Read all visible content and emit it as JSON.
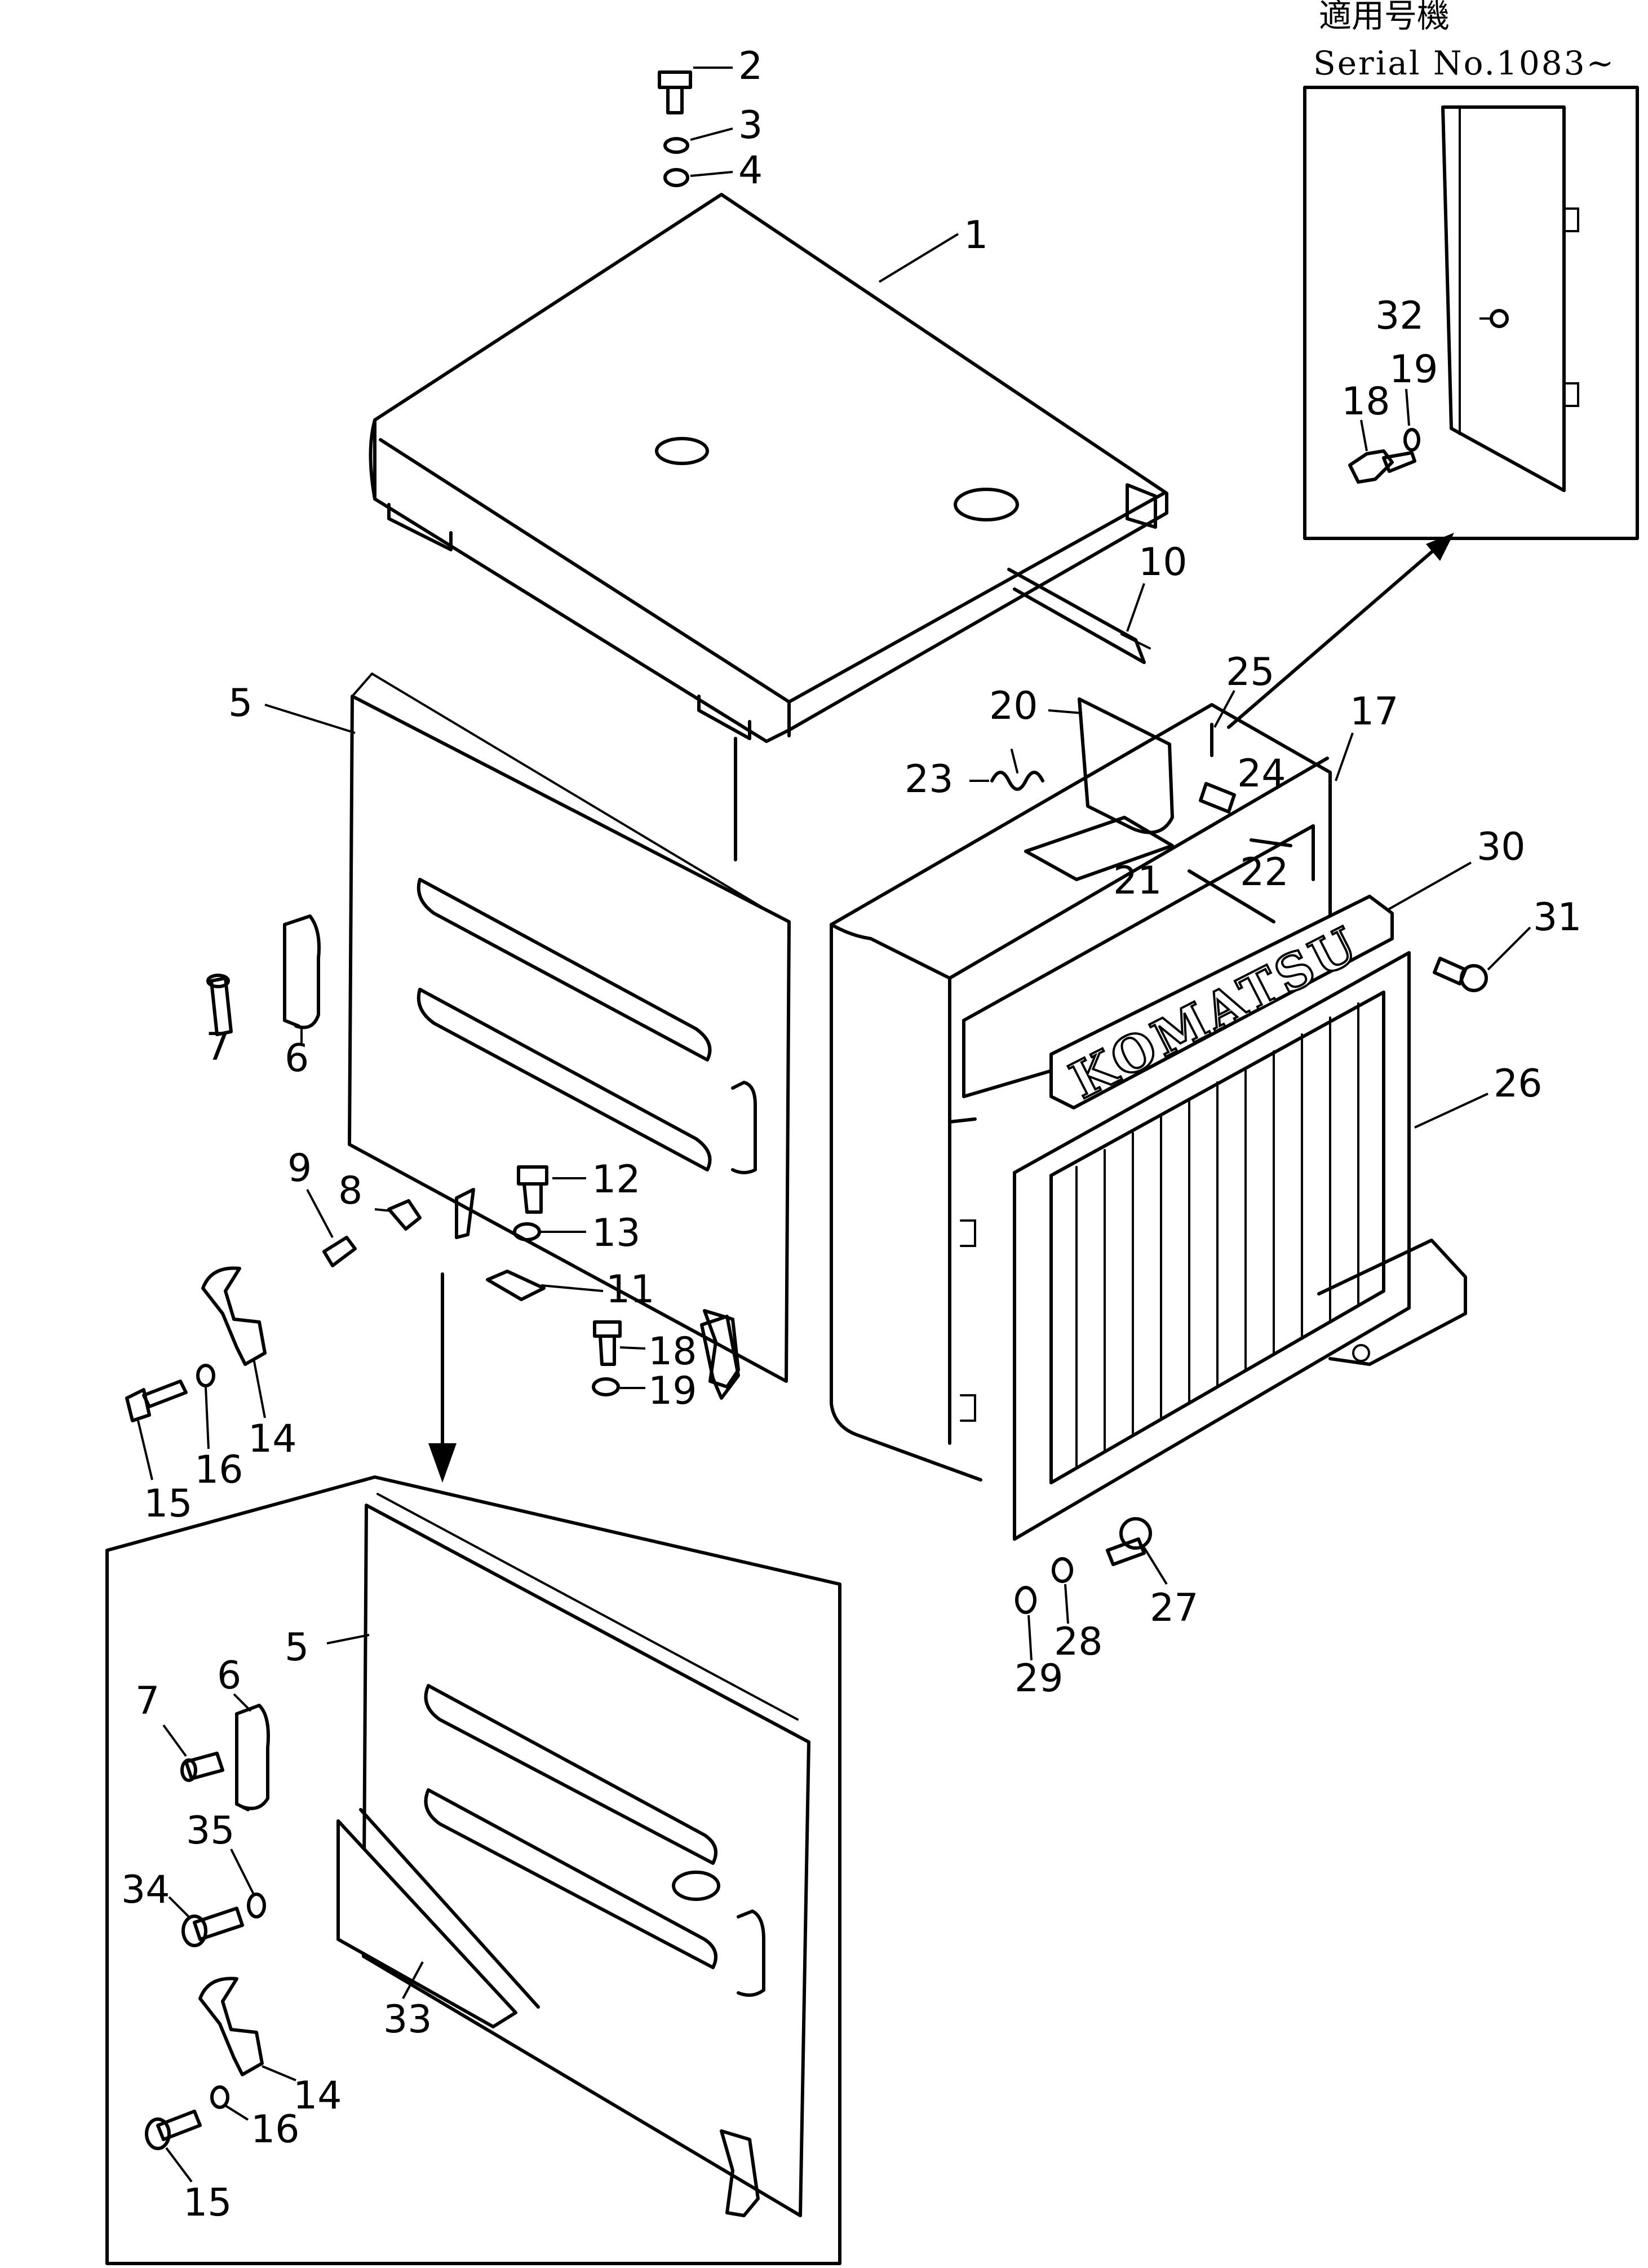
{
  "inset_header": {
    "applicable_models": "適用号機",
    "serial": "Serial No.1083~"
  },
  "logo": "KOMATSU",
  "callouts": {
    "c1": "1",
    "c2": "2",
    "c3": "3",
    "c4": "4",
    "c5": "5",
    "c5b": "5",
    "c6": "6",
    "c6b": "6",
    "c7": "7",
    "c7b": "7",
    "c8": "8",
    "c9": "9",
    "c10": "10",
    "c11": "11",
    "c12": "12",
    "c13": "13",
    "c14": "14",
    "c14b": "14",
    "c15": "15",
    "c15b": "15",
    "c16": "16",
    "c16b": "16",
    "c17": "17",
    "c18": "18",
    "c18b": "18",
    "c19": "19",
    "c19b": "19",
    "c20": "20",
    "c21": "21",
    "c22": "22",
    "c23": "23",
    "c24": "24",
    "c25": "25",
    "c26": "26",
    "c27": "27",
    "c28": "28",
    "c29": "29",
    "c30": "30",
    "c31": "31",
    "c32": "32",
    "c33": "33",
    "c34": "34",
    "c35": "35"
  }
}
